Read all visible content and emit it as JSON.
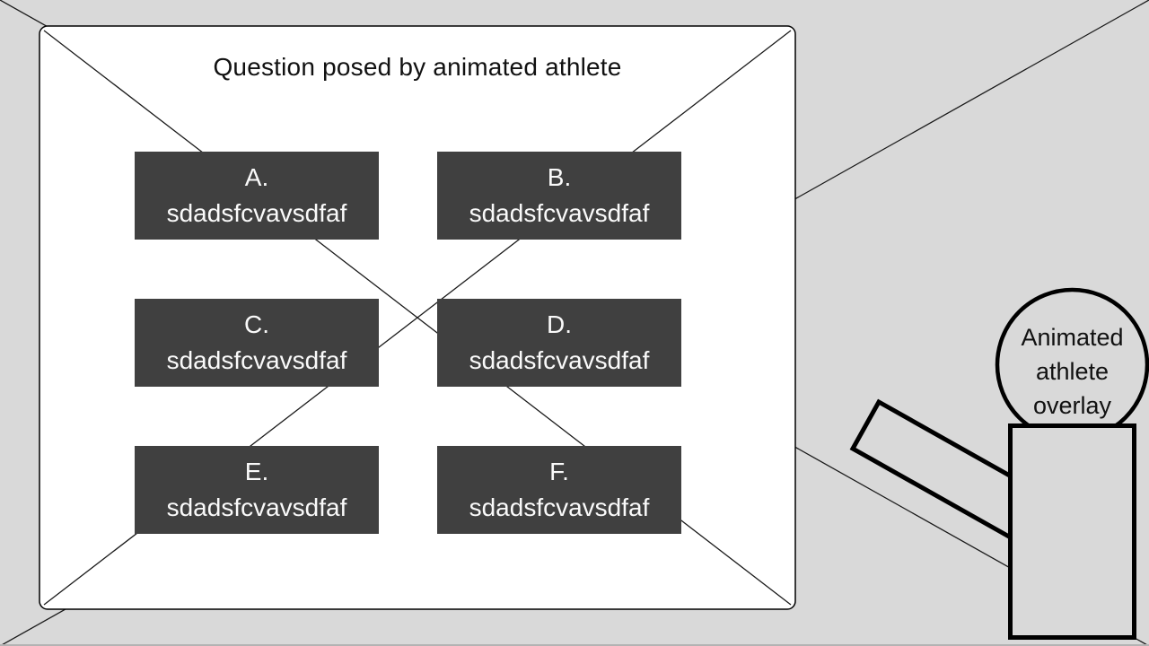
{
  "question_panel": {
    "title": "Question posed by animated athlete",
    "options": [
      {
        "letter": "A.",
        "text": "sdadsfcvavsdfaf"
      },
      {
        "letter": "B.",
        "text": "sdadsfcvavsdfaf"
      },
      {
        "letter": "C.",
        "text": "sdadsfcvavsdfaf"
      },
      {
        "letter": "D.",
        "text": "sdadsfcvavsdfaf"
      },
      {
        "letter": "E.",
        "text": "sdadsfcvavsdfaf"
      },
      {
        "letter": "F.",
        "text": "sdadsfcvavsdfaf"
      }
    ]
  },
  "athlete_overlay": {
    "label": "Animated athlete overlay"
  },
  "colors": {
    "background": "#d9d9d9",
    "panel": "#ffffff",
    "option_box": "#404040",
    "option_text": "#fafafa",
    "title_text": "#111111",
    "line": "#000000"
  }
}
